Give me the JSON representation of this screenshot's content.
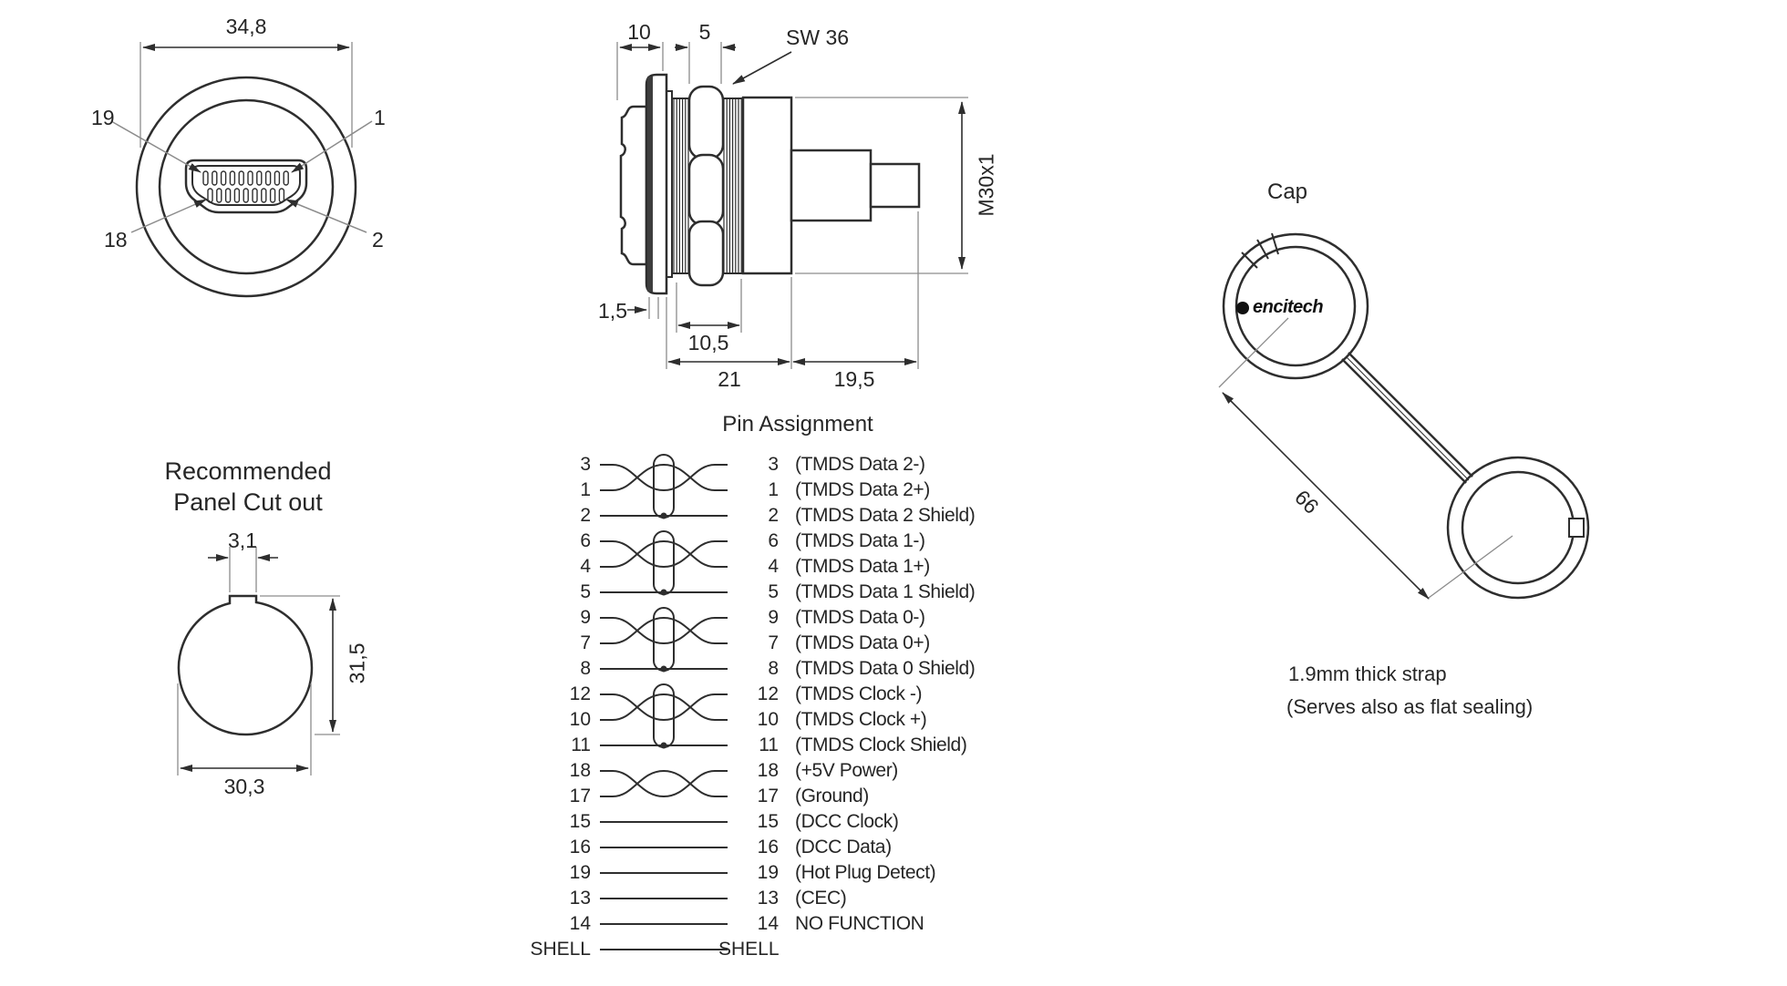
{
  "front_view": {
    "width_dim": "34,8",
    "pin_top_left": "19",
    "pin_top_right": "1",
    "pin_bottom_left": "18",
    "pin_bottom_right": "2"
  },
  "side_view": {
    "dim_rear": "10",
    "dim_nut": "5",
    "wrench_size": "SW 36",
    "thread": "M30x1",
    "dim_flange": "1,5",
    "dim_thread_len": "10,5",
    "dim_body_len": "21",
    "dim_shaft_len": "19,5"
  },
  "panel_cutout": {
    "title_line1": "Recommended",
    "title_line2": "Panel Cut out",
    "dim_notch": "3,1",
    "dim_height": "31,5",
    "dim_width": "30,3"
  },
  "cap": {
    "title": "Cap",
    "brand": "encitech",
    "dim_strap": "66",
    "note_line1": "1.9mm thick strap",
    "note_line2": "(Serves also as flat sealing)"
  },
  "pin_assignment": {
    "title": "Pin Assignment",
    "rows": [
      {
        "left": "3",
        "right": "3",
        "label": "(TMDS Data 2-)",
        "wire": "pairTop"
      },
      {
        "left": "1",
        "right": "1",
        "label": "(TMDS Data 2+)",
        "wire": "pairBottom"
      },
      {
        "left": "2",
        "right": "2",
        "label": "(TMDS Data 2 Shield)",
        "wire": "shield"
      },
      {
        "left": "6",
        "right": "6",
        "label": "(TMDS Data 1-)",
        "wire": "pairTop"
      },
      {
        "left": "4",
        "right": "4",
        "label": "(TMDS Data 1+)",
        "wire": "pairBottom"
      },
      {
        "left": "5",
        "right": "5",
        "label": "(TMDS Data 1 Shield)",
        "wire": "shield"
      },
      {
        "left": "9",
        "right": "9",
        "label": "(TMDS Data 0-)",
        "wire": "pairTop"
      },
      {
        "left": "7",
        "right": "7",
        "label": "(TMDS Data 0+)",
        "wire": "pairBottom"
      },
      {
        "left": "8",
        "right": "8",
        "label": "(TMDS Data 0 Shield)",
        "wire": "shield"
      },
      {
        "left": "12",
        "right": "12",
        "label": "(TMDS Clock -)",
        "wire": "pairTop"
      },
      {
        "left": "10",
        "right": "10",
        "label": "(TMDS Clock +)",
        "wire": "pairBottom"
      },
      {
        "left": "11",
        "right": "11",
        "label": "(TMDS Clock Shield)",
        "wire": "shield"
      },
      {
        "left": "18",
        "right": "18",
        "label": "(+5V Power)",
        "wire": "pairTop"
      },
      {
        "left": "17",
        "right": "17",
        "label": "(Ground)",
        "wire": "pairBottom"
      },
      {
        "left": "15",
        "right": "15",
        "label": "(DCC Clock)",
        "wire": "straight"
      },
      {
        "left": "16",
        "right": "16",
        "label": "(DCC Data)",
        "wire": "straight"
      },
      {
        "left": "19",
        "right": "19",
        "label": "(Hot Plug Detect)",
        "wire": "straight"
      },
      {
        "left": "13",
        "right": "13",
        "label": "(CEC)",
        "wire": "straight"
      },
      {
        "left": "14",
        "right": "14",
        "label": "NO FUNCTION",
        "wire": "straight"
      },
      {
        "left": "SHELL",
        "right": "SHELL",
        "label": "",
        "wire": "straight"
      }
    ]
  },
  "colors": {
    "line": "#2e2e2e",
    "thin": "#8c8c8c",
    "text": "#262626"
  }
}
